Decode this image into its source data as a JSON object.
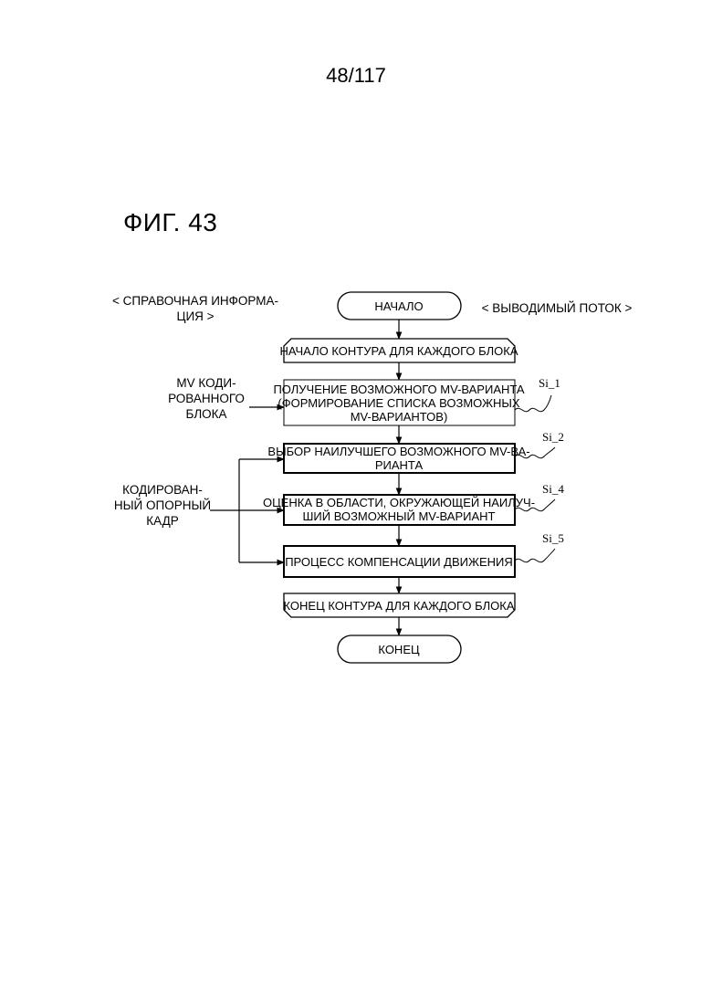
{
  "page_number": "48/117",
  "figure_title": "ФИГ. 43",
  "inputs_header": [
    "< СПРАВОЧНАЯ ИНФОРМА-",
    "ЦИЯ >"
  ],
  "outputs_header": "< ВЫВОДИМЫЙ ПОТОК >",
  "input_mv": [
    "MV КОДИ-",
    "РОВАННОГО",
    "БЛОКА"
  ],
  "input_ref": [
    "КОДИРОВАН-",
    "НЫЙ ОПОРНЫЙ",
    "КАДР"
  ],
  "nodes": {
    "start": "НАЧАЛО",
    "loop_start": "НАЧАЛО КОНТУРА ДЛЯ КАЖДОГО БЛОКА",
    "get_candidates": [
      "ПОЛУЧЕНИЕ ВОЗМОЖНОГО MV-ВАРИАНТА",
      "(ФОРМИРОВАНИЕ СПИСКА ВОЗМОЖНЫХ",
      "MV-ВАРИАНТОВ)"
    ],
    "select_best": [
      "ВЫБОР НАИЛУЧШЕГО ВОЗМОЖНОГО MV-ВА-",
      "РИАНТА"
    ],
    "evaluate": [
      "ОЦЕНКА В ОБЛАСТИ, ОКРУЖАЮЩЕЙ НАИЛУЧ-",
      "ШИЙ ВОЗМОЖНЫЙ MV-ВАРИАНТ"
    ],
    "motion_comp": "ПРОЦЕСС КОМПЕНСАЦИИ ДВИЖЕНИЯ",
    "loop_end": "КОНЕЦ КОНТУРА ДЛЯ КАЖДОГО БЛОКА",
    "end": "КОНЕЦ"
  },
  "step_labels": {
    "s1": "Si_1",
    "s2": "Si_2",
    "s4": "Si_4",
    "s5": "Si_5"
  }
}
